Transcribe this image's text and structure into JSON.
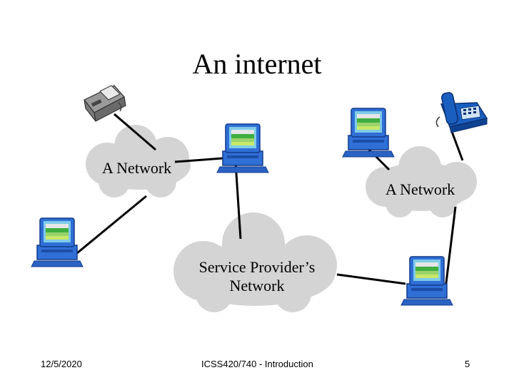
{
  "slide": {
    "title": "An internet",
    "networks": {
      "left": "A Network",
      "right": "A Network",
      "provider_line1": "Service Provider’s",
      "provider_line2": "Network"
    },
    "footer": {
      "date": "12/5/2020",
      "course": "ICSS420/740 - Introduction",
      "page": "5"
    }
  },
  "colors": {
    "cloud": "#d4d4d4",
    "monitor_frame": "#2f6fd6",
    "screen_green": "#3fae3f",
    "phone_blue": "#1a5fc0",
    "link": "#000000"
  },
  "icons": [
    "fax-icon",
    "computer-icon",
    "phone-icon",
    "cloud-icon"
  ]
}
